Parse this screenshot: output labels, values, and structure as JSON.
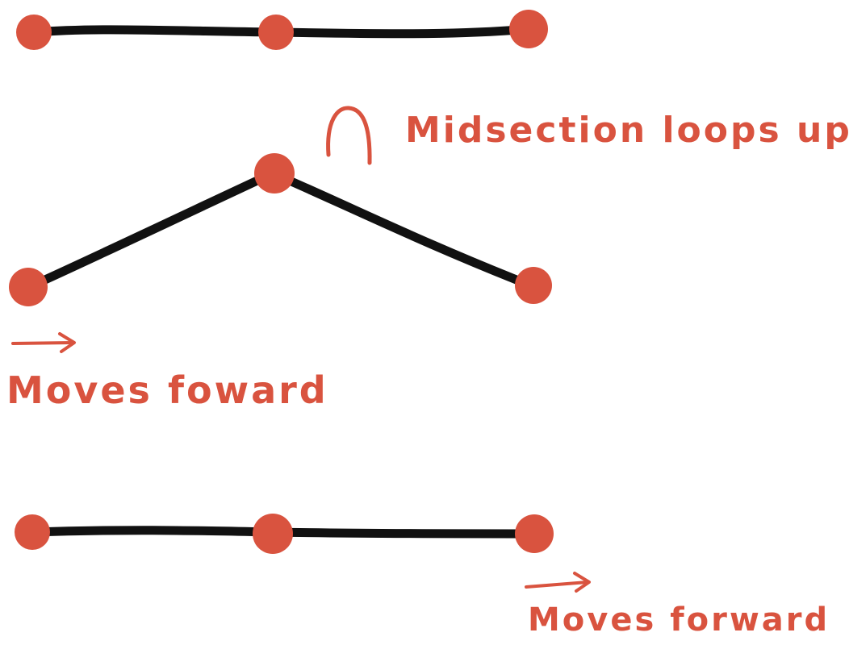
{
  "colors": {
    "node": "#d9533f",
    "link": "#111111",
    "annotation": "#d9533f",
    "background": "#ffffff"
  },
  "stages": [
    {
      "id": "start",
      "nodes": [
        "left",
        "middle",
        "right"
      ]
    },
    {
      "id": "arched",
      "nodes": [
        "left",
        "middle",
        "right"
      ],
      "annotation": {
        "icon": "arch-up-icon",
        "text": "Midsection loops up"
      },
      "motion": {
        "icon": "arrow-right-icon",
        "text": "Moves foward"
      }
    },
    {
      "id": "end",
      "nodes": [
        "left",
        "middle",
        "right"
      ],
      "motion": {
        "icon": "arrow-right-icon",
        "text": "Moves forward"
      }
    }
  ]
}
